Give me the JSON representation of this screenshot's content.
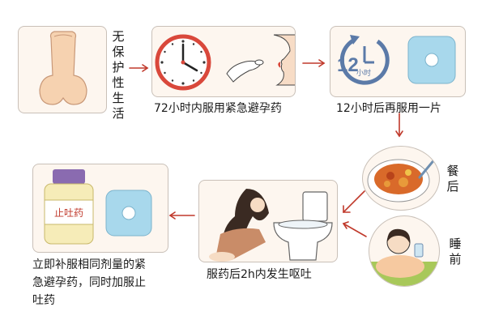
{
  "steps": {
    "unprotected_sex": "无保护性生活",
    "take_within_72h": "72小时内服用紧急避孕药",
    "clock_12_number": "12",
    "clock_12_unit": "小时",
    "take_again_12h": "12小时后再服用一片",
    "after_meal": "餐后",
    "before_sleep": "睡前",
    "vomit_within_2h": "服药后2h内发生呕吐",
    "retake_line1": "立即补服相同剂量的紧",
    "retake_line2": "急避孕药，同时加服止",
    "retake_line3": "吐药",
    "bottle_label": "止吐药"
  },
  "colors": {
    "arrow": "#c0392b",
    "panel_border": "#c9c0b8",
    "panel_bg": "#fdf6ef",
    "pill_blue": "#a8d8ec"
  }
}
